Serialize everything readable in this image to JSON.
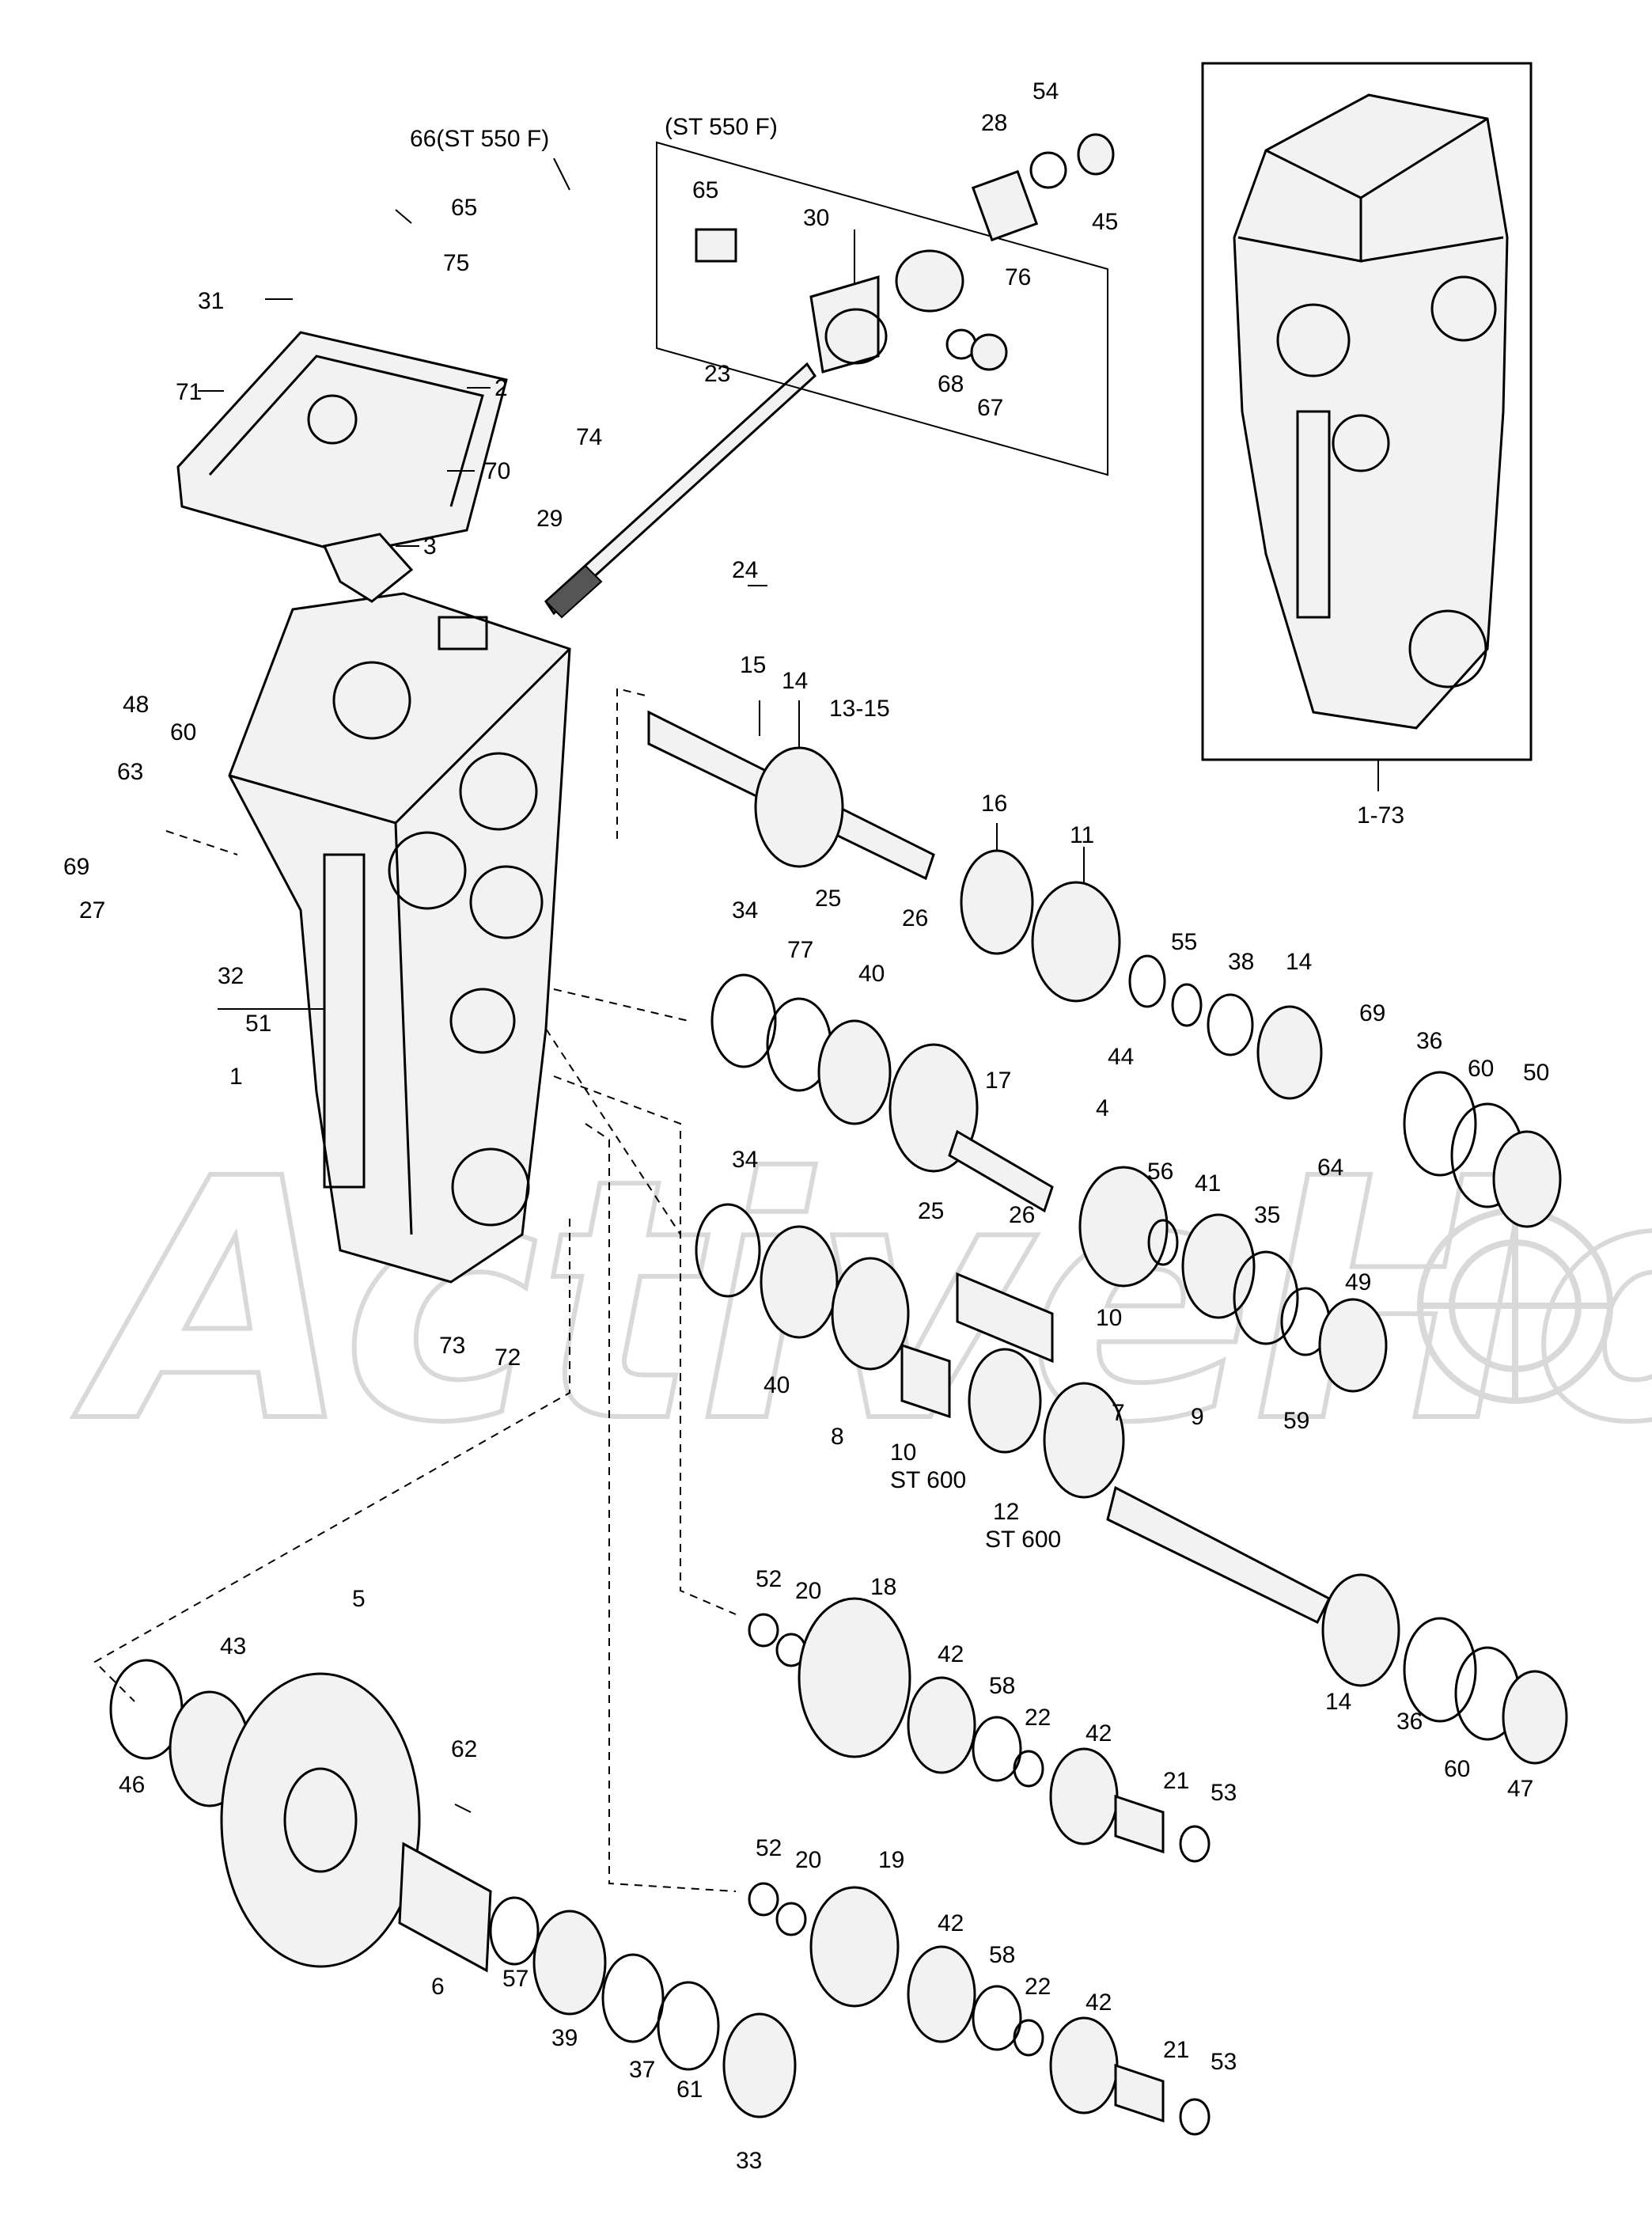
{
  "watermark": "ActiveHon",
  "assembly_ref": "1-73",
  "groups": {
    "st550f": "(ST 550 F)"
  },
  "labels": [
    {
      "id": "66",
      "text": "66(ST 550 F)"
    },
    {
      "id": "65a",
      "text": "65"
    },
    {
      "id": "75",
      "text": "75"
    },
    {
      "id": "31",
      "text": "31"
    },
    {
      "id": "71",
      "text": "71"
    },
    {
      "id": "2",
      "text": "2"
    },
    {
      "id": "70",
      "text": "70"
    },
    {
      "id": "3",
      "text": "3"
    },
    {
      "id": "48a",
      "text": "48"
    },
    {
      "id": "60a",
      "text": "60"
    },
    {
      "id": "63",
      "text": "63"
    },
    {
      "id": "69a",
      "text": "69"
    },
    {
      "id": "27",
      "text": "27"
    },
    {
      "id": "32",
      "text": "32"
    },
    {
      "id": "51",
      "text": "51"
    },
    {
      "id": "1",
      "text": "1"
    },
    {
      "id": "73",
      "text": "73"
    },
    {
      "id": "72",
      "text": "72"
    },
    {
      "id": "65b",
      "text": "65"
    },
    {
      "id": "30",
      "text": "30"
    },
    {
      "id": "28",
      "text": "28"
    },
    {
      "id": "54",
      "text": "54"
    },
    {
      "id": "45",
      "text": "45"
    },
    {
      "id": "76",
      "text": "76"
    },
    {
      "id": "68",
      "text": "68"
    },
    {
      "id": "67",
      "text": "67"
    },
    {
      "id": "23",
      "text": "23"
    },
    {
      "id": "74",
      "text": "74"
    },
    {
      "id": "29",
      "text": "29"
    },
    {
      "id": "24",
      "text": "24"
    },
    {
      "id": "15",
      "text": "15"
    },
    {
      "id": "14a",
      "text": "14"
    },
    {
      "id": "13-15",
      "text": "13-15"
    },
    {
      "id": "16",
      "text": "16"
    },
    {
      "id": "11",
      "text": "11"
    },
    {
      "id": "25a",
      "text": "25"
    },
    {
      "id": "26a",
      "text": "26"
    },
    {
      "id": "34a",
      "text": "34"
    },
    {
      "id": "77",
      "text": "77"
    },
    {
      "id": "40a",
      "text": "40"
    },
    {
      "id": "55",
      "text": "55"
    },
    {
      "id": "38",
      "text": "38"
    },
    {
      "id": "14b",
      "text": "14"
    },
    {
      "id": "44",
      "text": "44"
    },
    {
      "id": "69b",
      "text": "69"
    },
    {
      "id": "36a",
      "text": "36"
    },
    {
      "id": "60b",
      "text": "60"
    },
    {
      "id": "50",
      "text": "50"
    },
    {
      "id": "64",
      "text": "64"
    },
    {
      "id": "17",
      "text": "17"
    },
    {
      "id": "4",
      "text": "4"
    },
    {
      "id": "56",
      "text": "56"
    },
    {
      "id": "41",
      "text": "41"
    },
    {
      "id": "35",
      "text": "35"
    },
    {
      "id": "34b",
      "text": "34"
    },
    {
      "id": "25b",
      "text": "25"
    },
    {
      "id": "26b",
      "text": "26"
    },
    {
      "id": "49",
      "text": "49"
    },
    {
      "id": "59",
      "text": "59"
    },
    {
      "id": "10a",
      "text": "10"
    },
    {
      "id": "10b",
      "text": "10"
    },
    {
      "id": "st600a",
      "text": "ST 600"
    },
    {
      "id": "40b",
      "text": "40"
    },
    {
      "id": "8",
      "text": "8"
    },
    {
      "id": "7",
      "text": "7"
    },
    {
      "id": "9",
      "text": "9"
    },
    {
      "id": "12",
      "text": "12"
    },
    {
      "id": "st600b",
      "text": "ST 600"
    },
    {
      "id": "52a",
      "text": "52"
    },
    {
      "id": "20a",
      "text": "20"
    },
    {
      "id": "18",
      "text": "18"
    },
    {
      "id": "42a",
      "text": "42"
    },
    {
      "id": "58a",
      "text": "58"
    },
    {
      "id": "22a",
      "text": "22"
    },
    {
      "id": "42b",
      "text": "42"
    },
    {
      "id": "21a",
      "text": "21"
    },
    {
      "id": "53a",
      "text": "53"
    },
    {
      "id": "14c",
      "text": "14"
    },
    {
      "id": "36b",
      "text": "36"
    },
    {
      "id": "60c",
      "text": "60"
    },
    {
      "id": "47",
      "text": "47"
    },
    {
      "id": "43",
      "text": "43"
    },
    {
      "id": "5",
      "text": "5"
    },
    {
      "id": "46",
      "text": "46"
    },
    {
      "id": "62",
      "text": "62"
    },
    {
      "id": "6",
      "text": "6"
    },
    {
      "id": "57",
      "text": "57"
    },
    {
      "id": "39",
      "text": "39"
    },
    {
      "id": "37",
      "text": "37"
    },
    {
      "id": "61",
      "text": "61"
    },
    {
      "id": "33",
      "text": "33"
    },
    {
      "id": "52b",
      "text": "52"
    },
    {
      "id": "20b",
      "text": "20"
    },
    {
      "id": "19",
      "text": "19"
    },
    {
      "id": "42c",
      "text": "42"
    },
    {
      "id": "58b",
      "text": "58"
    },
    {
      "id": "22b",
      "text": "22"
    },
    {
      "id": "42d",
      "text": "42"
    },
    {
      "id": "21b",
      "text": "21"
    },
    {
      "id": "53b",
      "text": "53"
    }
  ]
}
